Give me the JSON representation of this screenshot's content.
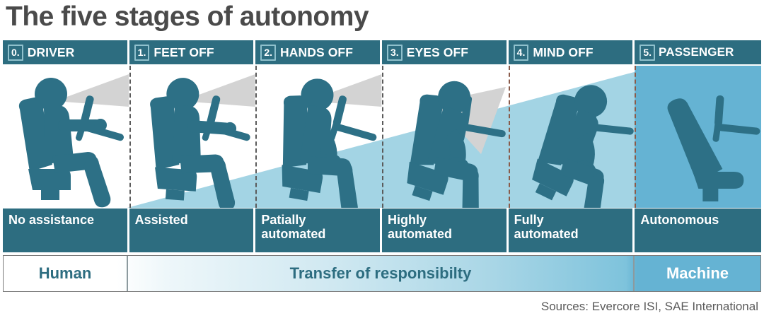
{
  "title": "The five stages of autonomy",
  "colors": {
    "header_teal": "#2d6d80",
    "figure_teal": "#2d7086",
    "light_blue_wedge": "#a3d4e4",
    "passenger_blue": "#65b3d3",
    "vision_cone_gray": "#d3d3d3",
    "title_gray": "#4a4a4a",
    "source_gray": "#5a5a5a"
  },
  "stages": [
    {
      "number": "0.",
      "name": "DRIVER",
      "descriptor": "No assistance",
      "reclined": 0,
      "hands_on_wheel": true,
      "vision_cone": true,
      "occupied": true
    },
    {
      "number": "1.",
      "name": "FEET OFF",
      "descriptor": "Assisted",
      "reclined": 1,
      "hands_on_wheel": true,
      "vision_cone": true,
      "occupied": true
    },
    {
      "number": "2.",
      "name": "HANDS OFF",
      "descriptor": "Patially automated",
      "reclined": 2,
      "hands_on_wheel": false,
      "vision_cone": true,
      "occupied": true
    },
    {
      "number": "3.",
      "name": "EYES OFF",
      "descriptor": "Highly automated",
      "reclined": 3,
      "hands_on_wheel": false,
      "vision_cone": true,
      "occupied": true
    },
    {
      "number": "4.",
      "name": "MIND OFF",
      "descriptor": "Fully automated",
      "reclined": 4,
      "hands_on_wheel": false,
      "vision_cone": false,
      "occupied": true
    },
    {
      "number": "5.",
      "name": "PASSENGER",
      "descriptor": "Autonomous",
      "reclined": 5,
      "hands_on_wheel": false,
      "vision_cone": false,
      "occupied": false
    }
  ],
  "responsibility": {
    "left_label": "Human",
    "middle_label": "Transfer of responsibilty",
    "right_label": "Machine"
  },
  "source": "Sources: Evercore ISI, SAE International"
}
